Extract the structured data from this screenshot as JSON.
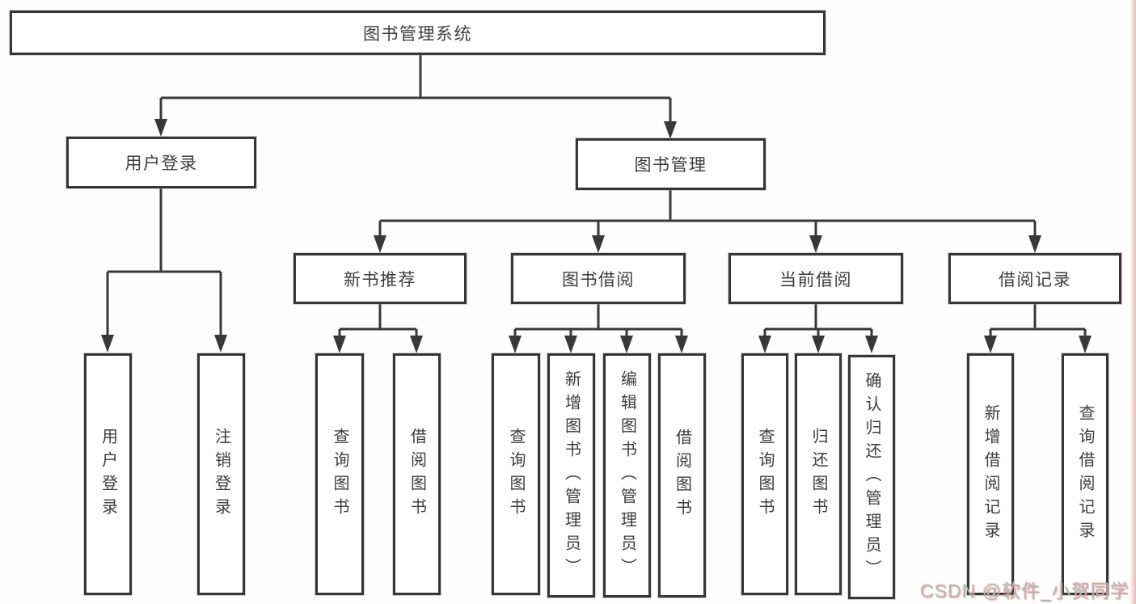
{
  "tree": {
    "label": "图书管理系统",
    "children": [
      {
        "label": "用户登录",
        "children": [
          {
            "label": "用户登录"
          },
          {
            "label": "注销登录"
          }
        ]
      },
      {
        "label": "图书管理",
        "children": [
          {
            "label": "新书推荐",
            "children": [
              {
                "label": "查询图书"
              },
              {
                "label": "借阅图书"
              }
            ]
          },
          {
            "label": "图书借阅",
            "children": [
              {
                "label": "查询图书"
              },
              {
                "label": "新增图书（管理员）"
              },
              {
                "label": "编辑图书（管理员）"
              },
              {
                "label": "借阅图书"
              }
            ]
          },
          {
            "label": "当前借阅",
            "children": [
              {
                "label": "查询图书"
              },
              {
                "label": "归还图书"
              },
              {
                "label": "确认归还（管理员）"
              }
            ]
          },
          {
            "label": "借阅记录",
            "children": [
              {
                "label": "新增借阅记录"
              },
              {
                "label": "查询借阅记录"
              }
            ]
          }
        ]
      }
    ]
  },
  "watermark": {
    "text": "CSDN @软件_小贺同学"
  },
  "colors": {
    "line": "#383838",
    "box_border": "#363636",
    "text": "#3d3d3d",
    "watermark_gray": "#b5b5b5",
    "watermark_tint": "#e17878",
    "background": "#fefefe"
  }
}
